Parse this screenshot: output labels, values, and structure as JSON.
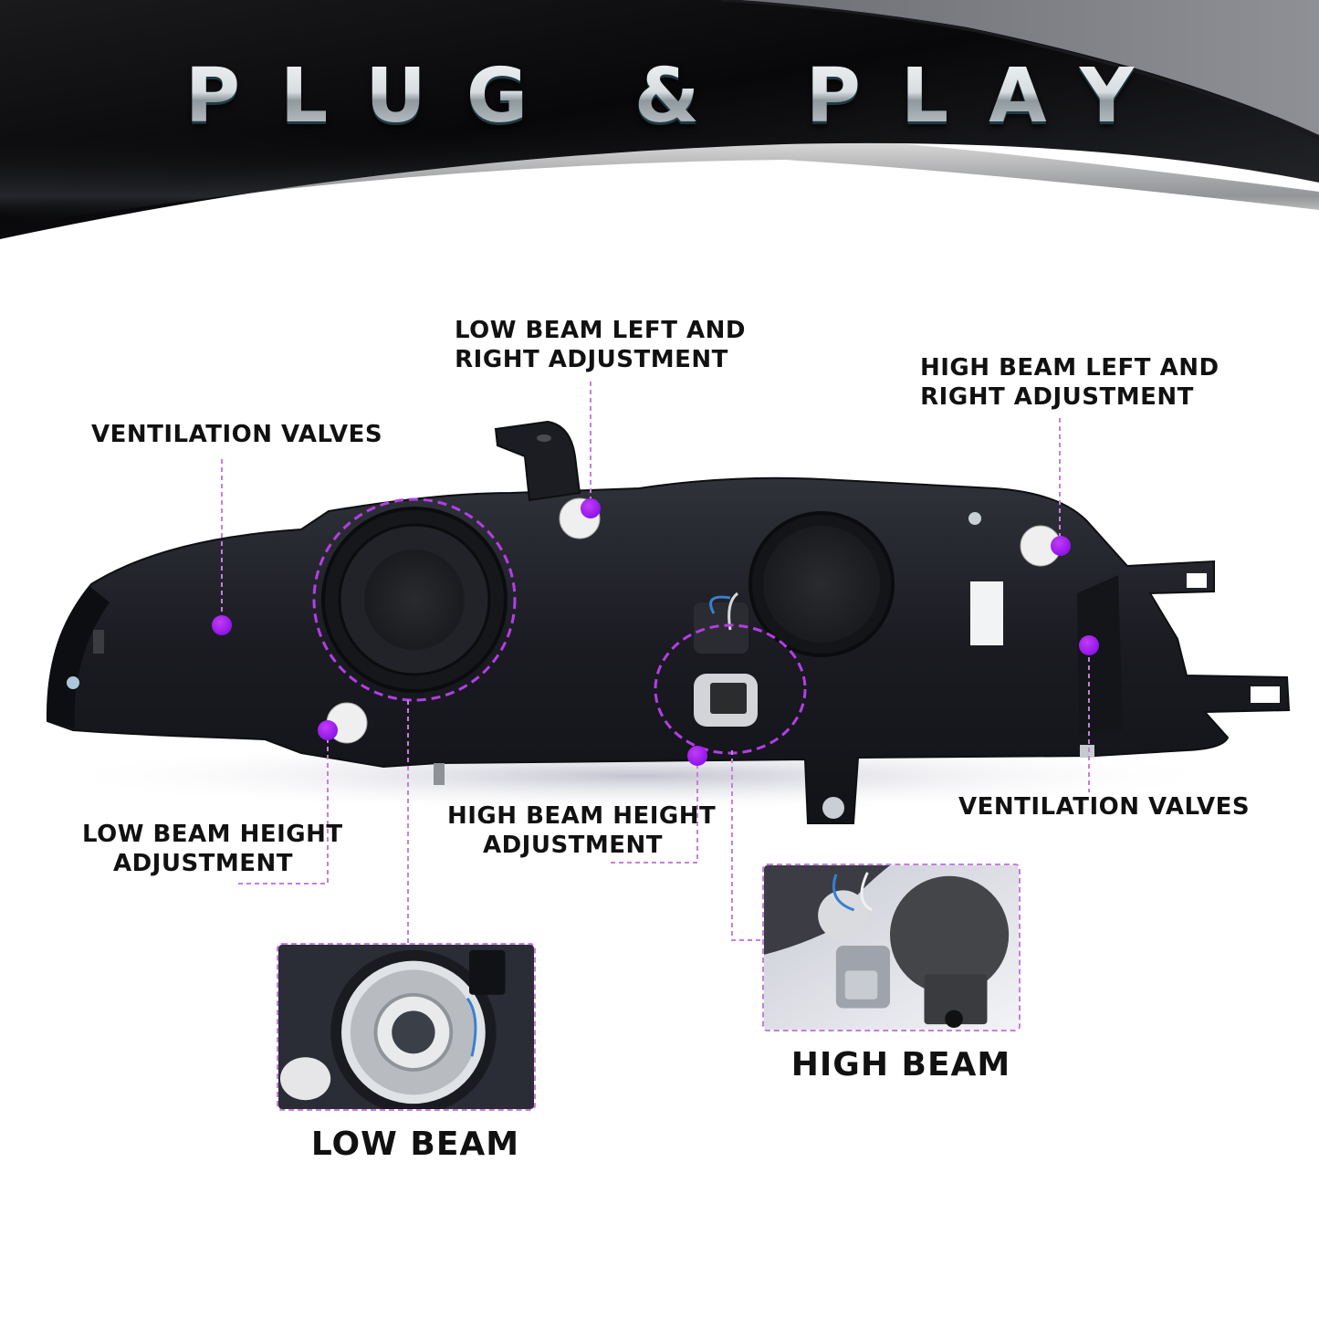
{
  "header": {
    "title": "PLUG & PLAY"
  },
  "callouts": {
    "ventilation_left": {
      "lines": [
        "VENTILATION VALVES"
      ]
    },
    "low_beam_lr": {
      "lines": [
        "LOW BEAM LEFT AND",
        "RIGHT ADJUSTMENT"
      ]
    },
    "high_beam_lr": {
      "lines": [
        "HIGH BEAM LEFT AND",
        "RIGHT ADJUSTMENT"
      ]
    },
    "low_beam_height": {
      "lines": [
        "LOW BEAM HEIGHT",
        "ADJUSTMENT"
      ]
    },
    "high_beam_height": {
      "lines": [
        "HIGH BEAM HEIGHT",
        "ADJUSTMENT"
      ]
    },
    "ventilation_right": {
      "lines": [
        "VENTILATION VALVES"
      ]
    }
  },
  "insets": {
    "low_beam": {
      "label": "LOW BEAM"
    },
    "high_beam": {
      "label": "HIGH BEAM"
    }
  },
  "colors": {
    "accent_dot": "#9b1ff0",
    "leader_line": "#c77ddf",
    "header_dark": "#0c0c0e",
    "housing": "#1d1e24"
  }
}
